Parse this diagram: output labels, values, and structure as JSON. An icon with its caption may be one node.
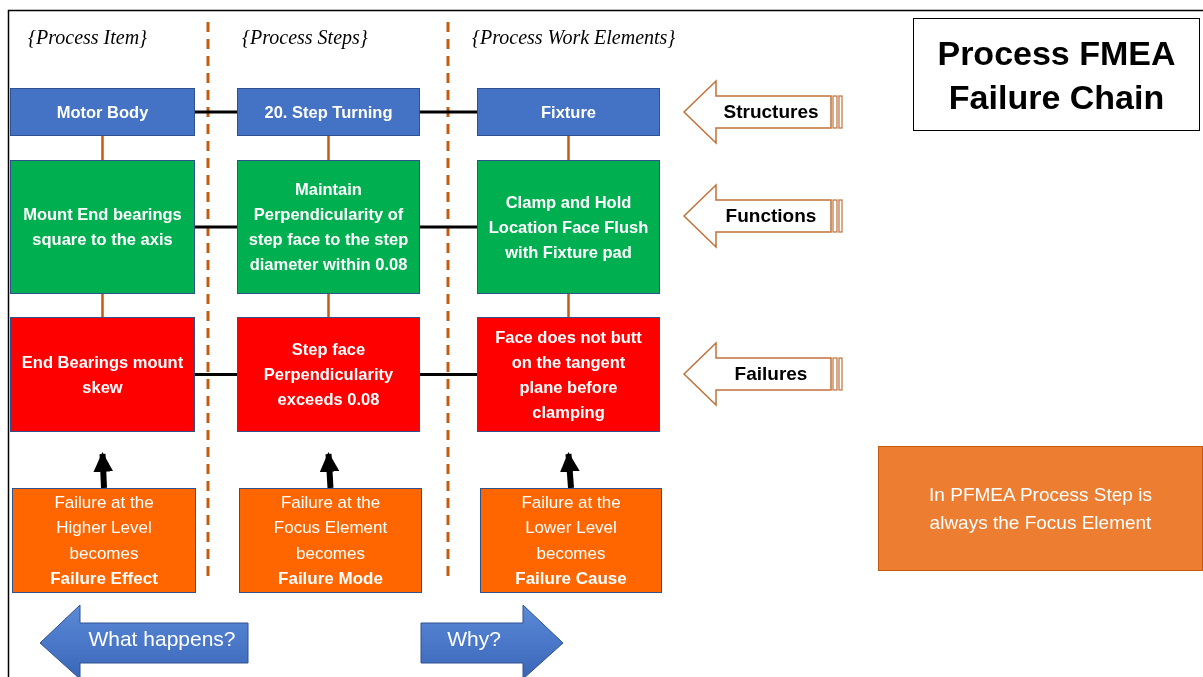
{
  "diagram": {
    "title": "Process FMEA Failure Chain",
    "nodes": [
      {
        "text": [
          "Motor Body"
        ]
      },
      {
        "text": [
          "20. Step Turning"
        ]
      },
      {
        "text": [
          "Fixture"
        ]
      },
      {
        "text": [
          "Mount End bearings square to the axis"
        ]
      },
      {
        "text": [
          "Maintain Perpendicularity of step face to the step diameter within 0.08"
        ]
      },
      {
        "text": [
          "Clamp and Hold Location Face Flush with Fixture pad"
        ]
      },
      {
        "text": [
          "End Bearings mount skew"
        ]
      },
      {
        "text": [
          "Step face Perpendicularity exceeds 0.08"
        ]
      },
      {
        "text": [
          "Face does not butt on the tangent plane before clamping"
        ]
      },
      {
        "text": [
          "Failure at the Higher Level becomes **Failure Effect**"
        ]
      },
      {
        "text": [
          "Failure at the Focus Element becomes **Failure Mode**"
        ]
      },
      {
        "text": [
          "Failure at the Lower Level becomes **Failure Cause**"
        ]
      },
      {
        "text": [
          "Structures"
        ]
      },
      {
        "text": [
          "Functions"
        ]
      },
      {
        "text": [
          "Failures"
        ]
      },
      {
        "text": [
          "In PFMEA Process Step is always the Focus Element"
        ]
      },
      {
        "text": [
          "What happens?"
        ]
      },
      {
        "text": [
          "Why?"
        ]
      }
    ],
    "edges": [
      {
        "from": 0,
        "to": 1,
        "arrow": "none"
      },
      {
        "from": 1,
        "to": 2,
        "arrow": "none"
      },
      {
        "from": 0,
        "to": 3,
        "arrow": "none",
        "color": "#c55a11"
      },
      {
        "from": 1,
        "to": 4,
        "arrow": "none",
        "color": "#c55a11"
      },
      {
        "from": 2,
        "to": 5,
        "arrow": "none",
        "color": "#c55a11"
      },
      {
        "from": 3,
        "to": 4,
        "arrow": "none"
      },
      {
        "from": 4,
        "to": 5,
        "arrow": "none"
      },
      {
        "from": 3,
        "to": 6,
        "arrow": "none",
        "color": "#c55a11"
      },
      {
        "from": 4,
        "to": 7,
        "arrow": "none",
        "color": "#c55a11"
      },
      {
        "from": 5,
        "to": 8,
        "arrow": "none",
        "color": "#c55a11"
      },
      {
        "from": 6,
        "to": 7,
        "arrow": "none"
      },
      {
        "from": 7,
        "to": 8,
        "arrow": "none"
      },
      {
        "from": 9,
        "to": 6,
        "arrow": "to",
        "style": "thick"
      },
      {
        "from": 10,
        "to": 7,
        "arrow": "to",
        "style": "thick"
      },
      {
        "from": 11,
        "to": 8,
        "arrow": "to",
        "style": "thick"
      }
    ],
    "labels": [
      "{Process Item}",
      "{Process Steps}",
      "{Process Work Elements}"
    ]
  }
}
